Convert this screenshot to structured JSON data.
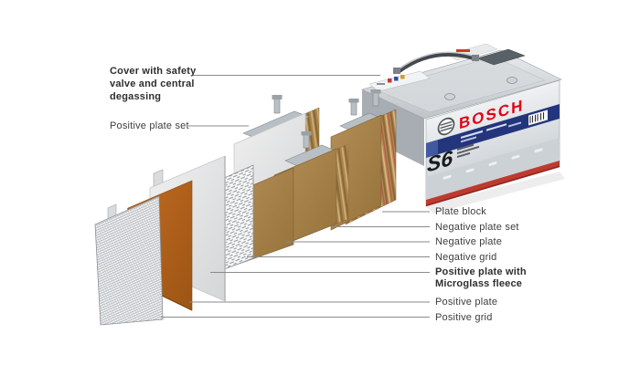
{
  "diagram": {
    "description": "Exploded view of AGM battery components",
    "left_labels": [
      {
        "id": "cover",
        "bold": true,
        "lines": [
          "Cover with safety",
          "valve and central",
          "degassing"
        ]
      },
      {
        "id": "positive-plate-set",
        "bold": false,
        "lines": [
          "Positive plate set"
        ]
      }
    ],
    "right_labels": [
      {
        "id": "plate-block",
        "bold": false,
        "lines": [
          "Plate block"
        ]
      },
      {
        "id": "negative-plate-set",
        "bold": false,
        "lines": [
          "Negative plate set"
        ]
      },
      {
        "id": "negative-plate",
        "bold": false,
        "lines": [
          "Negative plate"
        ]
      },
      {
        "id": "negative-grid",
        "bold": false,
        "lines": [
          "Negative grid"
        ]
      },
      {
        "id": "positive-plate-microglass",
        "bold": true,
        "lines": [
          "Positive plate with",
          "Microglass fleece"
        ]
      },
      {
        "id": "positive-plate",
        "bold": false,
        "lines": [
          "Positive plate"
        ]
      },
      {
        "id": "positive-grid",
        "bold": false,
        "lines": [
          "Positive grid"
        ]
      }
    ],
    "battery": {
      "brand": "BOSCH",
      "series": "S6"
    },
    "colors": {
      "brand_red": "#e20015",
      "label_text": "#3d3d3d",
      "leader_line": "#8a8a8a",
      "plate_brown": "#a8824a",
      "plate_orange": "#b4641f",
      "plate_white": "#e6e7e8",
      "battery_silver": "#d7dadd",
      "navy_band": "#23357c",
      "base_red": "#bf3a2e"
    }
  }
}
